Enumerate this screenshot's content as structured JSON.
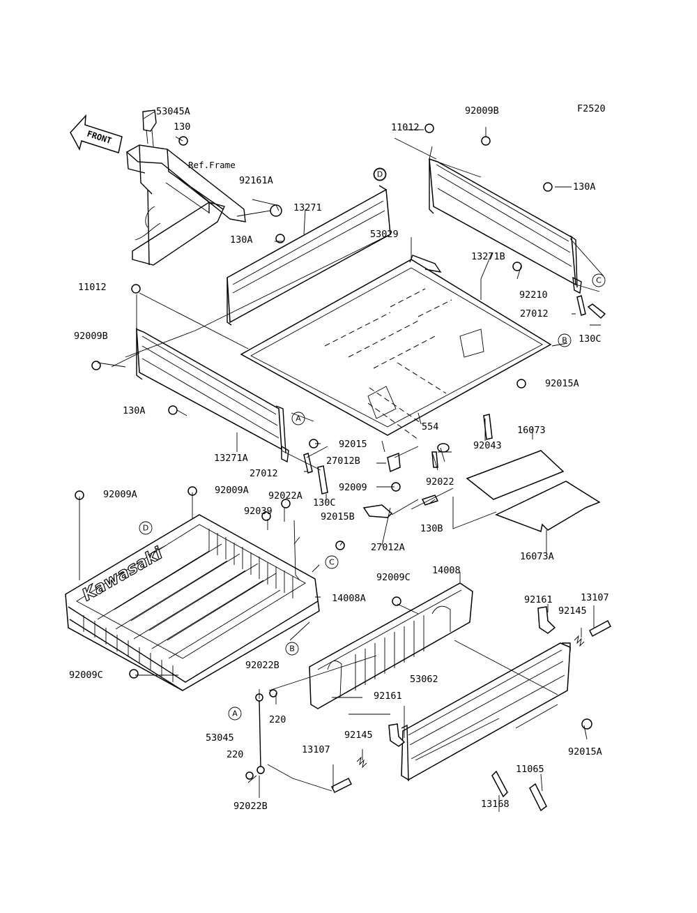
{
  "figure_code": "F2520",
  "front_arrow_label": "FRONT",
  "ref_frame_label": "Ref.Frame",
  "logo_text": "Kawasaki",
  "callouts": [
    "A",
    "B",
    "C",
    "D"
  ],
  "part_labels": {
    "p53045A": "53045A",
    "p130": "130",
    "p92161A": "92161A",
    "p13271": "13271",
    "p130A_top": "130A",
    "p11012_right": "11012",
    "p92009B_right": "92009B",
    "p130A_right": "130A",
    "p53029": "53029",
    "p13271B": "13271B",
    "p92210": "92210",
    "p27012_right": "27012",
    "p130C_right": "130C",
    "p11012_left": "11012",
    "p92009B_left": "92009B",
    "p92015A_mid": "92015A",
    "p130A_left": "130A",
    "p92015": "92015",
    "p13271A": "13271A",
    "p27012B": "27012B",
    "p27012_left": "27012",
    "p554": "554",
    "p92043": "92043",
    "p16073": "16073",
    "p92009_mid": "92009",
    "p130C_left": "130C",
    "p92022": "92022",
    "p92009A_left": "92009A",
    "p92009A_mid": "92009A",
    "p92022A": "92022A",
    "p92039": "92039",
    "p92015B": "92015B",
    "p130B": "130B",
    "p16073A": "16073A",
    "p27012A": "27012A",
    "p14008A": "14008A",
    "p92009C_mid": "92009C",
    "p14008": "14008",
    "p92161_right": "92161",
    "p13107_right": "13107",
    "p92145_right": "92145",
    "p92009C_left": "92009C",
    "p92022B_top": "92022B",
    "p220_top": "220",
    "p53062": "53062",
    "p92161_mid": "92161",
    "p53045": "53045",
    "p92145_mid": "92145",
    "p13107_mid": "13107",
    "p220_bottom": "220",
    "p92015A_bottom": "92015A",
    "p11065": "11065",
    "p13168": "13168",
    "p92022B_bottom": "92022B"
  }
}
